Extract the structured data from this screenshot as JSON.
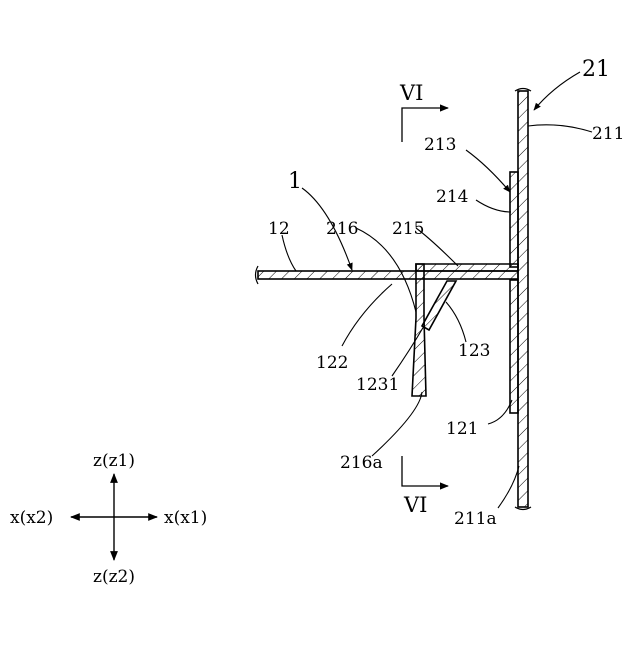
{
  "figure": {
    "labels": {
      "l21": "21",
      "l211": "211",
      "l213": "213",
      "l214": "214",
      "l1": "1",
      "l12": "12",
      "l216": "216",
      "l215": "215",
      "l122": "122",
      "l123": "123",
      "l1231": "1231",
      "l121": "121",
      "l216a": "216a",
      "l211a": "211a"
    },
    "section": {
      "top": "VI",
      "bottom": "VI"
    },
    "axes": {
      "z1": "z(z1)",
      "z2": "z(z2)",
      "x1": "x(x1)",
      "x2": "x(x2)"
    }
  },
  "colors": {
    "ink": "#000000",
    "background": "#ffffff"
  }
}
